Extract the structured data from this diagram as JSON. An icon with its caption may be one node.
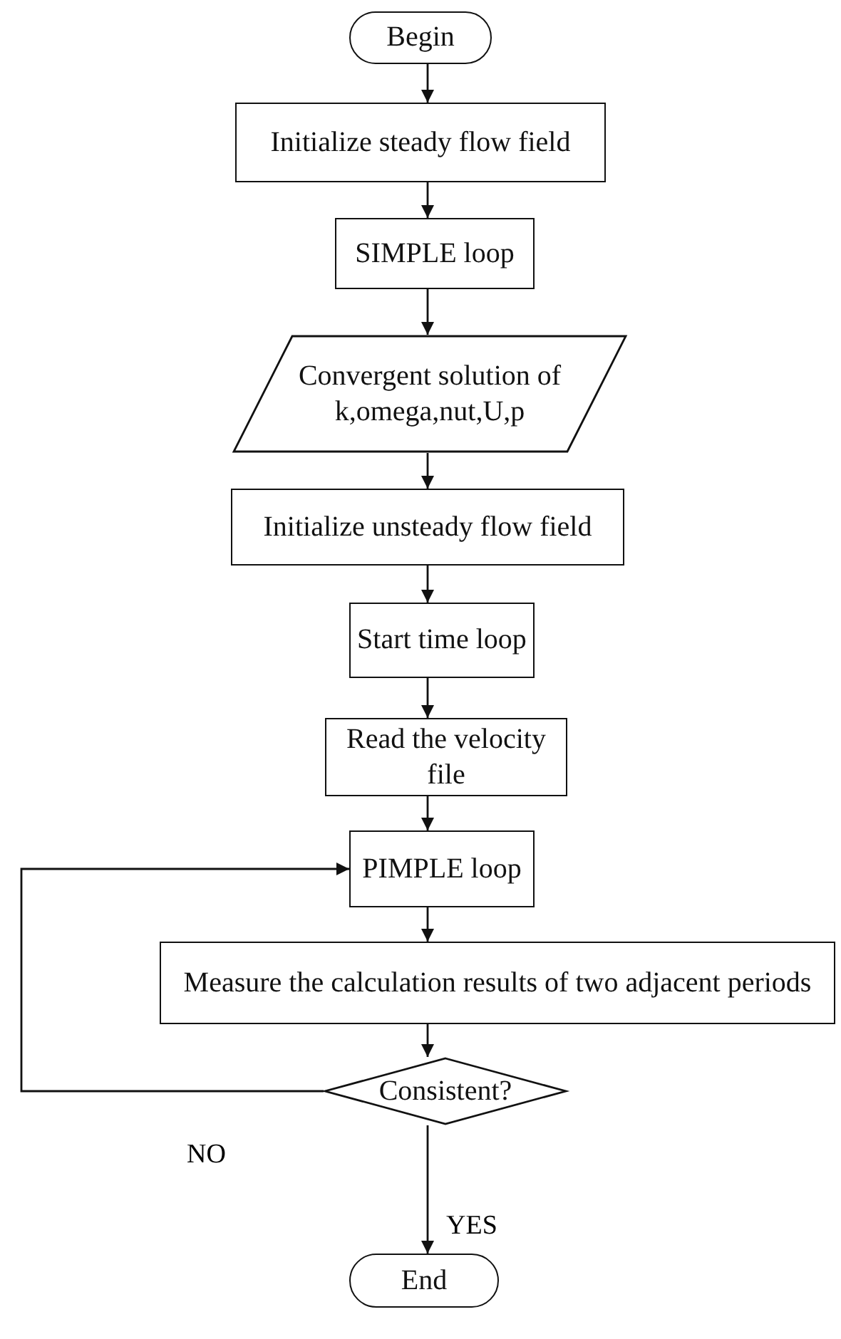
{
  "diagram": {
    "nodes": [
      {
        "text": [
          "Begin"
        ]
      },
      {
        "text": [
          "Initialize steady flow field"
        ]
      },
      {
        "text": [
          "SIMPLE loop"
        ]
      },
      {
        "text": [
          "Convergent solution of k,omega,nut,U,p"
        ]
      },
      {
        "text": [
          "Initialize unsteady flow field"
        ]
      },
      {
        "text": [
          "Start time loop"
        ]
      },
      {
        "text": [
          "Read the velocity  file"
        ]
      },
      {
        "text": [
          "PIMPLE loop"
        ]
      },
      {
        "text": [
          "Measure the calculation results of two adjacent periods"
        ]
      },
      {
        "text": [
          "Consistent?"
        ]
      },
      {
        "text": [
          "End"
        ]
      }
    ],
    "edges": [
      {
        "from": 0,
        "to": 1,
        "arrow": "to"
      },
      {
        "from": 1,
        "to": 2,
        "arrow": "to"
      },
      {
        "from": 2,
        "to": 3,
        "arrow": "to"
      },
      {
        "from": 3,
        "to": 4,
        "arrow": "to"
      },
      {
        "from": 4,
        "to": 5,
        "arrow": "to"
      },
      {
        "from": 5,
        "to": 6,
        "arrow": "to"
      },
      {
        "from": 6,
        "to": 7,
        "arrow": "to"
      },
      {
        "from": 7,
        "to": 8,
        "arrow": "to"
      },
      {
        "from": 8,
        "to": 9,
        "arrow": "to"
      },
      {
        "from": 9,
        "to": 7,
        "arrow": "to",
        "label": "NO"
      },
      {
        "from": 9,
        "to": 10,
        "arrow": "to",
        "label": "YES"
      }
    ]
  }
}
